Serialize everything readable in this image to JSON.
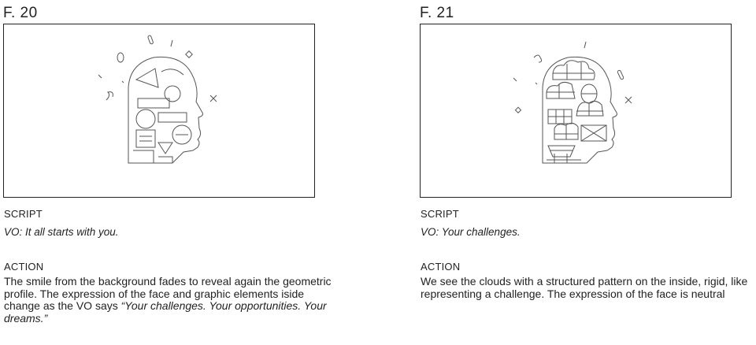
{
  "frames": [
    {
      "title": "F. 20",
      "illustration": "geometric-head-profile-icon",
      "script_label": "SCRIPT",
      "script_text": "VO:  It all starts with you.",
      "action_label": "ACTION",
      "action_text": "The smile from the background fades to reveal again the geometric profile. The expression of the face and graphic elements iside change as the VO says ",
      "action_quote": "“Your challenges. Your opportunities. Your dreams.”"
    },
    {
      "title": "F. 21",
      "illustration": "patterned-clouds-head-profile-icon",
      "script_label": "SCRIPT",
      "script_text": "VO: Your challenges.",
      "action_label": "ACTION",
      "action_text": "We see the clouds with a structured pattern on the inside, rigid, like representing a challenge. The expression of the face is neutral"
    }
  ]
}
